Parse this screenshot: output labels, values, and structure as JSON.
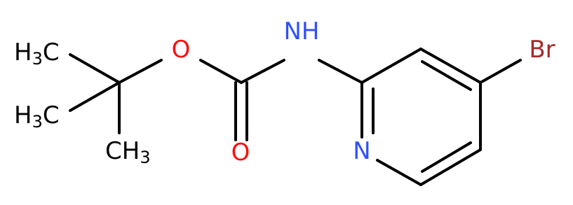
{
  "molecule": {
    "atoms": {
      "ch3_top": {
        "main": "H",
        "sub": "3",
        "tail": "C",
        "color": "#000000"
      },
      "ch3_mid": {
        "main": "H",
        "sub": "3",
        "tail": "C",
        "color": "#000000"
      },
      "ch3_bot": {
        "main": "CH",
        "sub": "3",
        "color": "#000000"
      },
      "o_ester": {
        "main": "O",
        "color": "#ff0d0d"
      },
      "o_carbonyl": {
        "main": "O",
        "color": "#ff0d0d"
      },
      "n_amide": {
        "main": "NH",
        "color": "#3050f8"
      },
      "n_ring": {
        "main": "N",
        "color": "#3050f8"
      },
      "br": {
        "main": "Br",
        "color": "#a62929"
      }
    }
  }
}
